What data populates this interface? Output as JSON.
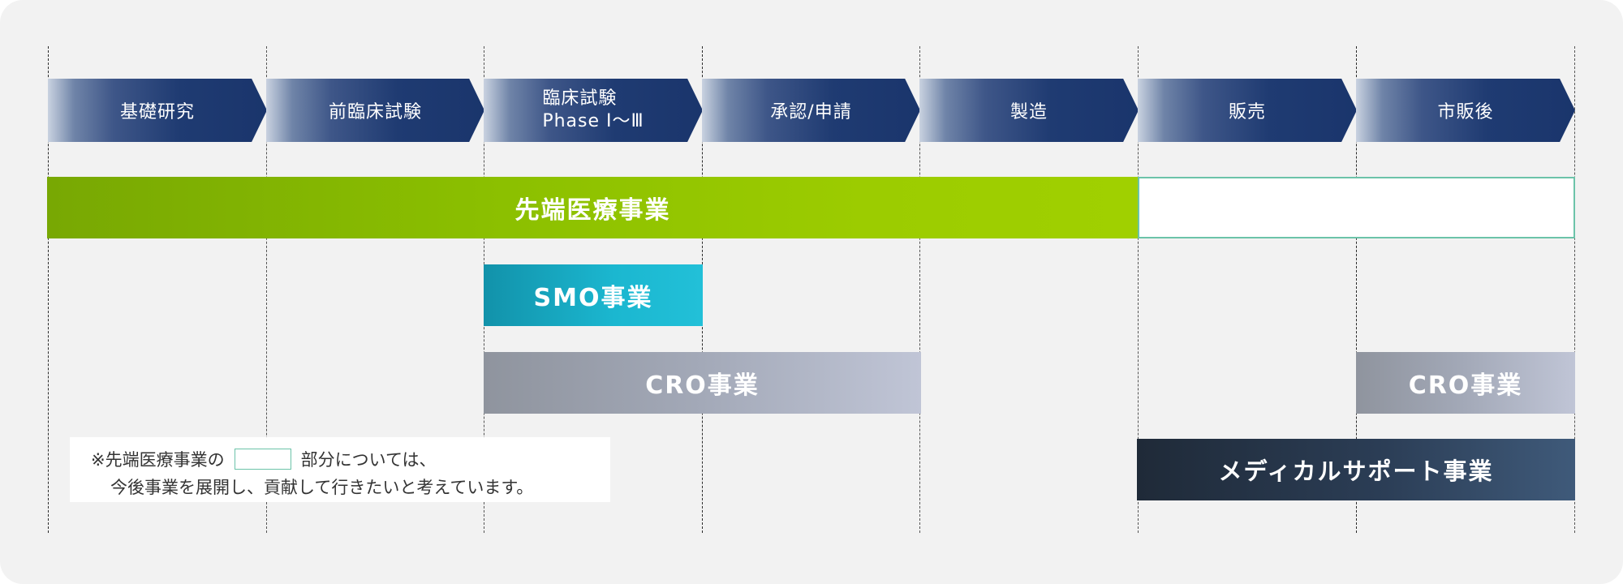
{
  "phases": [
    {
      "label": "基礎研究"
    },
    {
      "label": "前臨床試験"
    },
    {
      "label": "臨床試験",
      "sub": "Phase I～Ⅲ"
    },
    {
      "label": "承認/申請"
    },
    {
      "label": "製造"
    },
    {
      "label": "販売"
    },
    {
      "label": "市販後"
    }
  ],
  "bars": {
    "advanced_medicine": "先端医療事業",
    "smo": "SMO事業",
    "cro_main": "CRO事業",
    "cro_post": "CRO事業",
    "medical_support": "メディカルサポート事業"
  },
  "note": {
    "line1_prefix": "※先端医療事業の",
    "line1_suffix": "部分については、",
    "line2": "今後事業を展開し、貢献して行きたいと考えています。"
  },
  "colors": {
    "phase_arrow": "#1f3b72",
    "advanced_medicine": "#9ccc00",
    "planned_border": "#6cc3a9",
    "smo": "#1bb7d0",
    "cro": "#b9bfd2",
    "medical_support": "#1f2b3d"
  }
}
